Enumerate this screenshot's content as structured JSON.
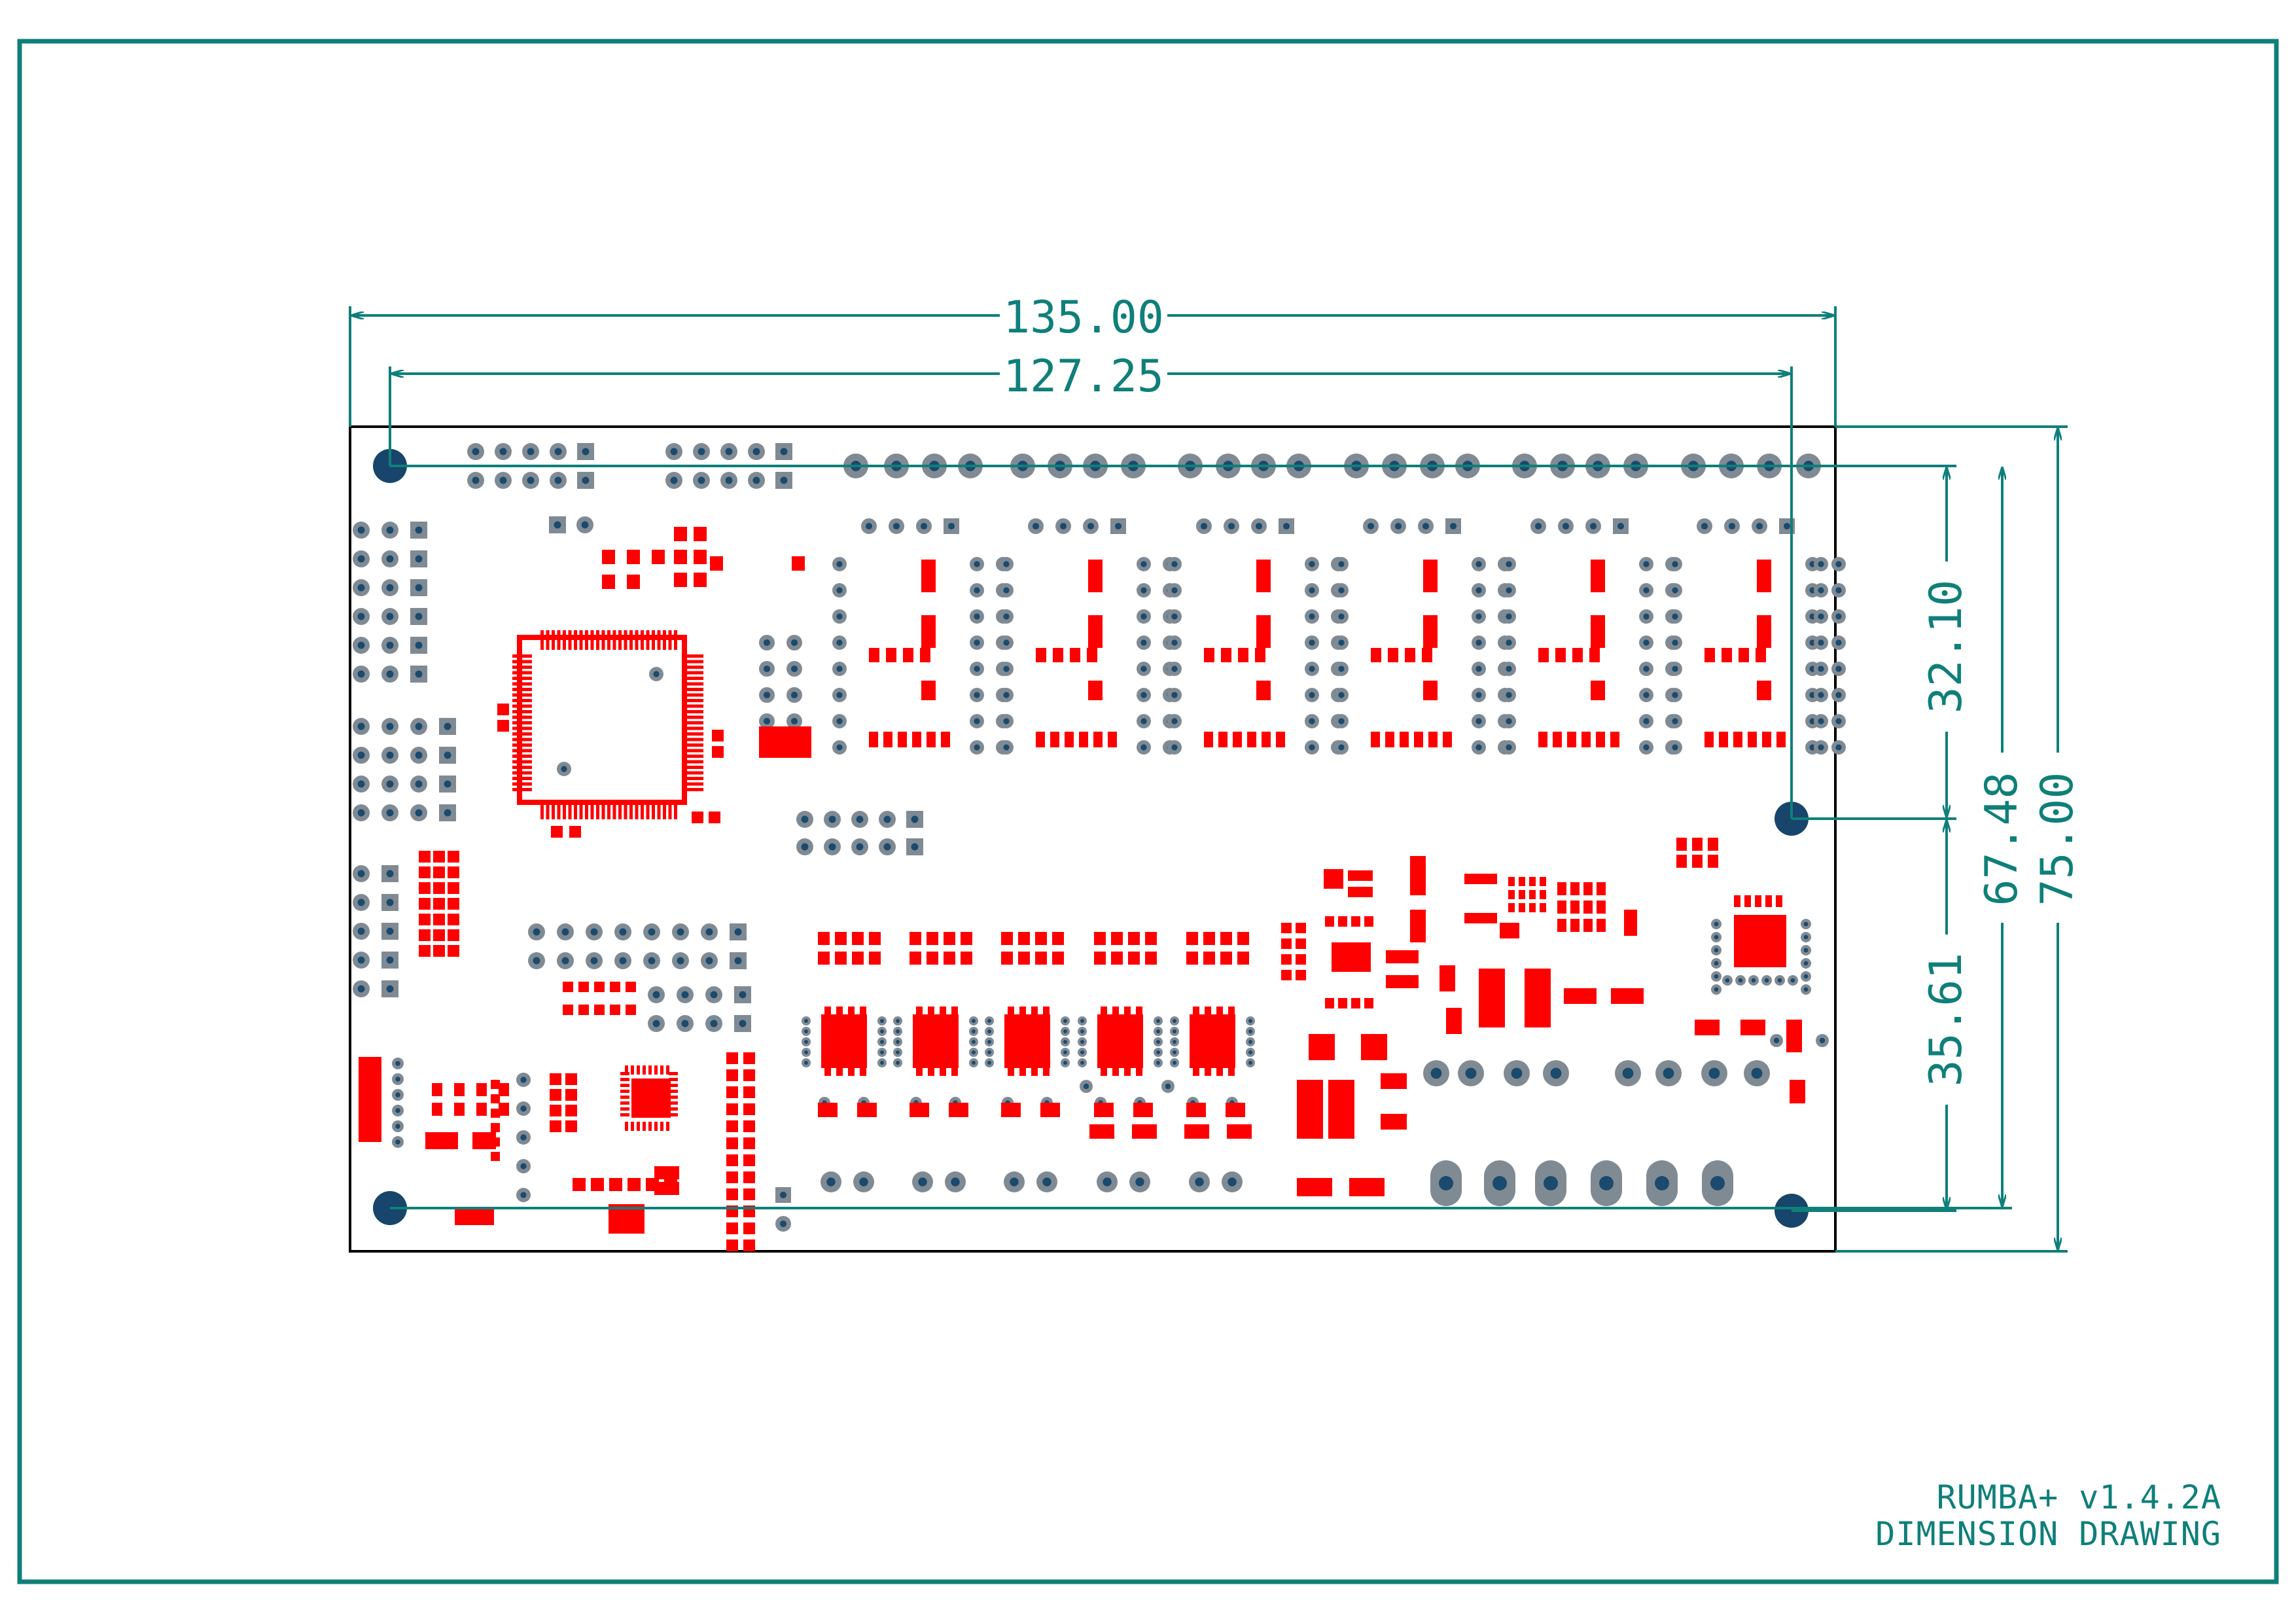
{
  "title_block": {
    "line1": "RUMBA+ v1.4.2A",
    "line2": "DIMENSION DRAWING"
  },
  "dimensions": {
    "overall_width": "135.00",
    "hole_spacing_x": "127.25",
    "overall_height": "75.00",
    "hole_span_y": "67.48",
    "upper_hole_offset": "32.10",
    "lower_hole_offset": "35.61"
  },
  "colors": {
    "dimension": "#0f7f7a",
    "frame": "#0f7f7a",
    "board_outline": "#000000",
    "copper_pad": "#ff0000",
    "through_hole": "#808a93",
    "drill": "#1a4a6e",
    "mount_hole": "#17456b",
    "background": "#ffffff"
  }
}
